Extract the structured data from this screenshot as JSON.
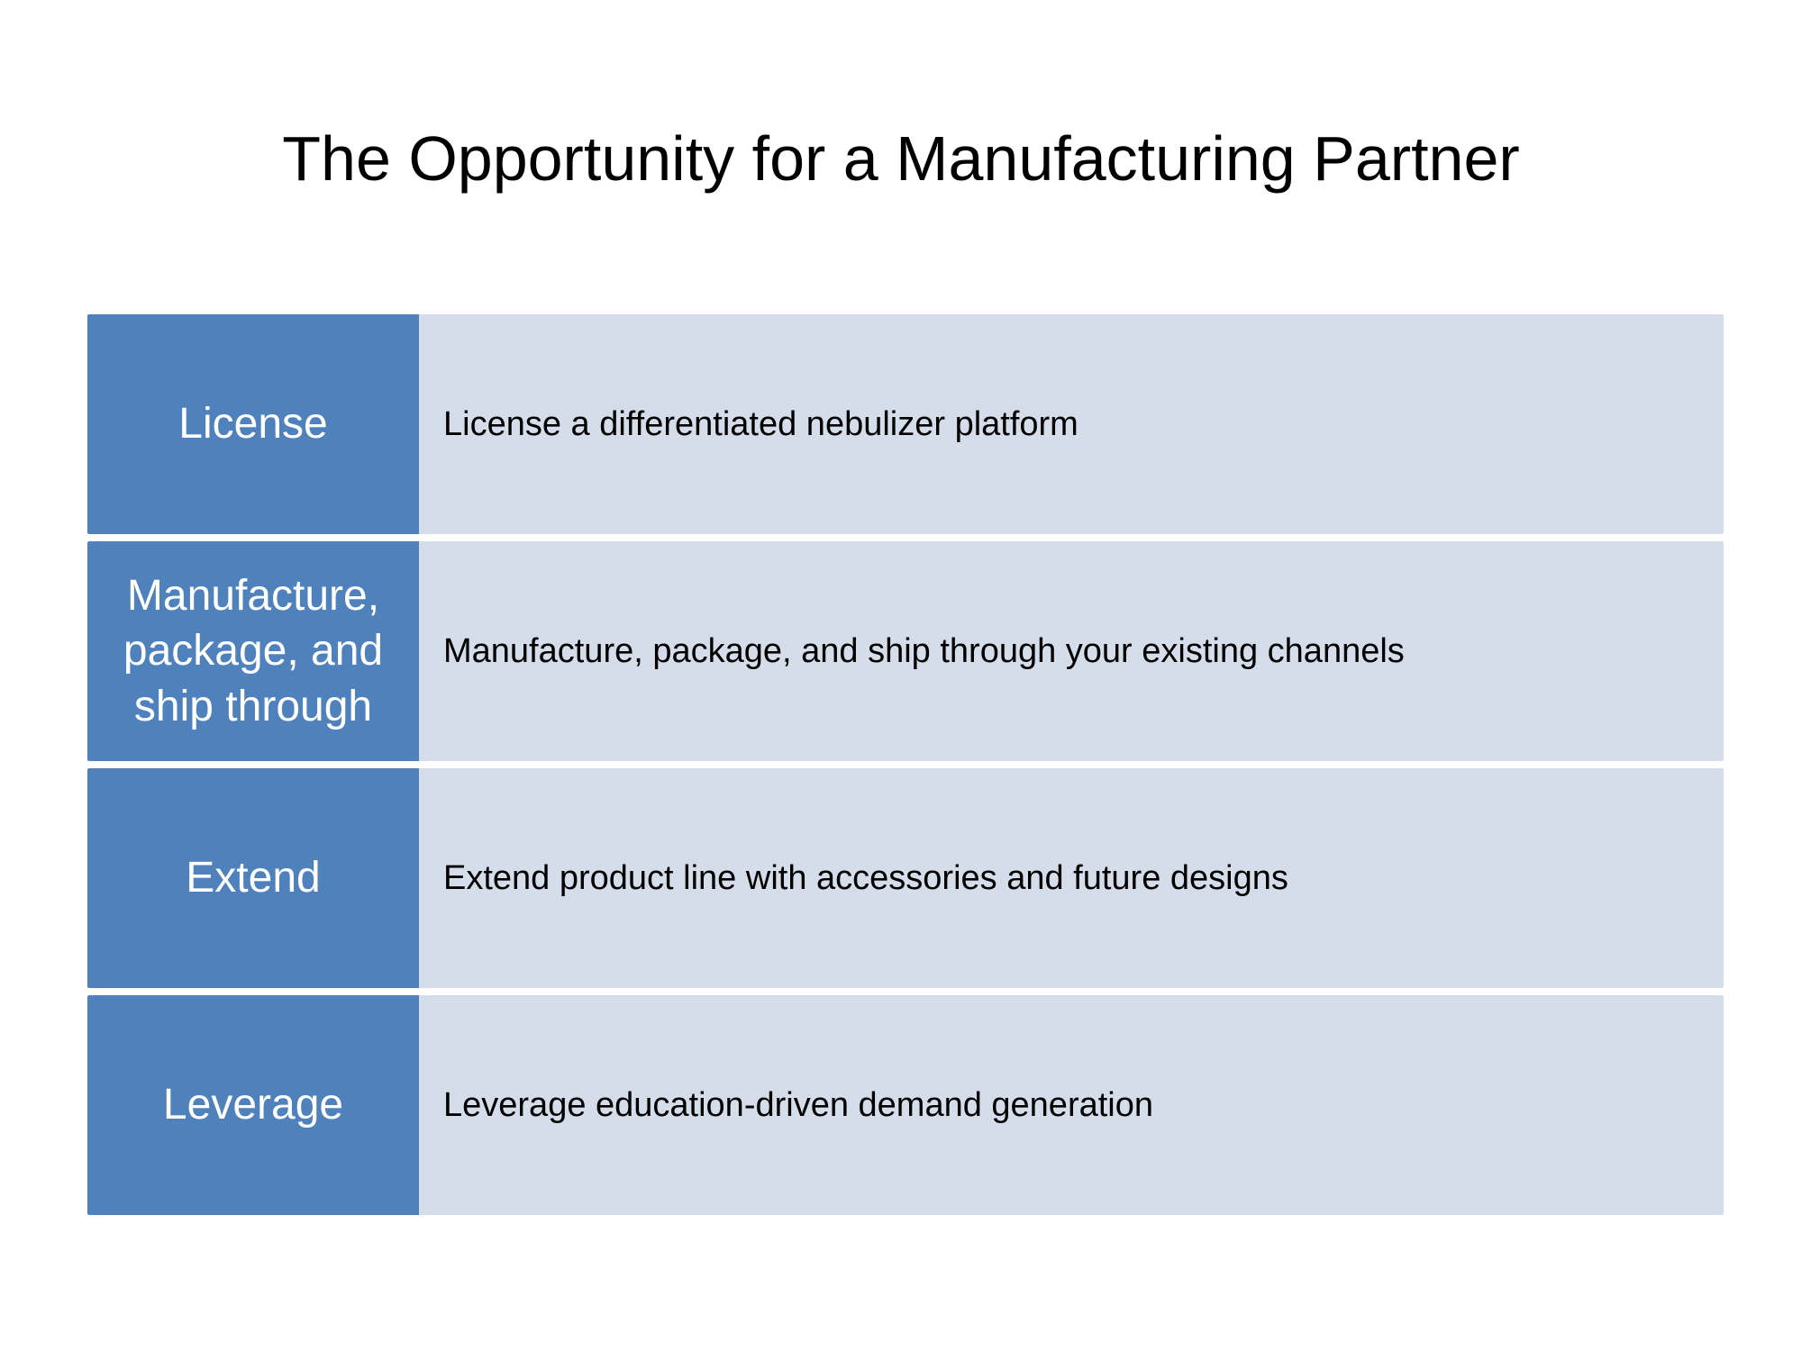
{
  "slide": {
    "title": "The Opportunity for a Manufacturing Partner"
  },
  "rows": [
    {
      "label": "License",
      "description": "License a differentiated nebulizer platform"
    },
    {
      "label": "Manufacture, package, and ship through",
      "description": "Manufacture, package, and ship through your existing channels"
    },
    {
      "label": "Extend",
      "description": "Extend product line with accessories and future designs"
    },
    {
      "label": "Leverage",
      "description": "Leverage education-driven demand generation"
    }
  ],
  "colors": {
    "label_fill": "#4f81bd",
    "description_fill": "#d4dde9",
    "label_text": "#ffffff",
    "description_text": "#000000"
  }
}
